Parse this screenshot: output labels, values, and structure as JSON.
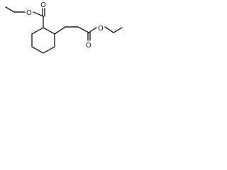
{
  "molecule": {
    "atoms": {
      "carbonyl_o_upper": "O",
      "ester_o_upper": "O",
      "carbonyl_o_lower": "O",
      "ester_o_lower": "O"
    },
    "colors": {
      "bond": "#222222",
      "label": "#222222",
      "background": "#ffffff"
    }
  }
}
